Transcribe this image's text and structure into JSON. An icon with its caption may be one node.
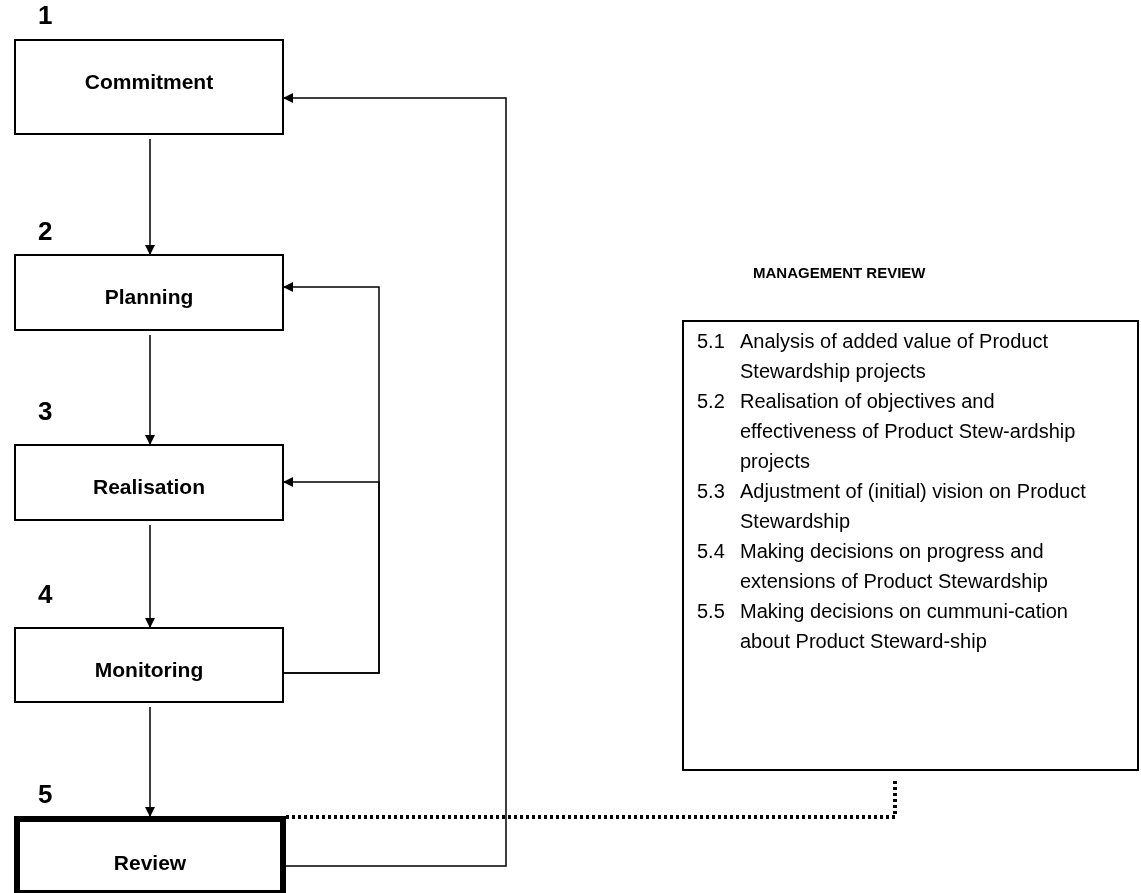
{
  "diagram": {
    "nodes": [
      {
        "text": [
          "Commitment"
        ],
        "beside": [
          "1"
        ]
      },
      {
        "text": [
          "Planning"
        ],
        "beside": [
          "2"
        ]
      },
      {
        "text": [
          "Realisation"
        ],
        "beside": [
          "3"
        ]
      },
      {
        "text": [
          "Monitoring"
        ],
        "beside": [
          "4"
        ]
      },
      {
        "text": [
          "Review"
        ],
        "beside": [
          "5"
        ]
      },
      {
        "text": [
          "MANAGEMENT REVIEW",
          "5.1",
          "Analysis of added value of Product Stewardship projects",
          "5.2",
          "Realisation of objectives and effectiveness of Product Stew-ardship projects",
          "5.3",
          "Adjustment of (initial) vision on Product Stewardship",
          "5.4",
          "Making decisions on progress and extensions of Product Stewardship",
          "5.5",
          "Making decisions on cummuni-cation about Product Steward-ship"
        ]
      }
    ],
    "edges": [
      {
        "from": 0,
        "to": 1,
        "arrow": "to"
      },
      {
        "from": 1,
        "to": 2,
        "arrow": "to"
      },
      {
        "from": 2,
        "to": 3,
        "arrow": "to"
      },
      {
        "from": 3,
        "to": 4,
        "arrow": "to"
      },
      {
        "from": 4,
        "to": 0,
        "arrow": "to"
      },
      {
        "from": 3,
        "to": 1,
        "arrow": "to"
      },
      {
        "from": 3,
        "to": 2,
        "arrow": "to"
      },
      {
        "from": 4,
        "to": 5,
        "arrow": "none",
        "style": "dashed"
      }
    ]
  }
}
